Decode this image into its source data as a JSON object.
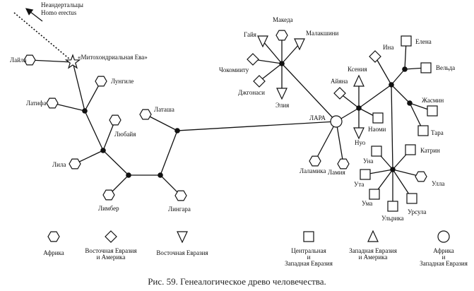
{
  "annotation": {
    "top": "Неандертальцы",
    "bottom": "Homo erectus"
  },
  "eve_label": "«Митохондриальная Ева»",
  "nodes": [
    {
      "id": "eve",
      "shape": "star",
      "label": ""
    },
    {
      "id": "laila",
      "shape": "hex",
      "label": "Лайла"
    },
    {
      "id": "lungile",
      "shape": "hex",
      "label": "Лунгиле"
    },
    {
      "id": "latifa",
      "shape": "hex",
      "label": "Латифа"
    },
    {
      "id": "lyubaya",
      "shape": "hex",
      "label": "Любайя"
    },
    {
      "id": "lila",
      "shape": "hex",
      "label": "Лила"
    },
    {
      "id": "limber",
      "shape": "hex",
      "label": "Лимбер"
    },
    {
      "id": "lingara",
      "shape": "hex",
      "label": "Лингара"
    },
    {
      "id": "latasha",
      "shape": "hex",
      "label": "Латаша"
    },
    {
      "id": "lara",
      "shape": "circle",
      "label": "ЛАРА"
    },
    {
      "id": "makeda",
      "shape": "hex",
      "label": "Македа"
    },
    {
      "id": "gaiya",
      "shape": "tridown",
      "label": "Гайя"
    },
    {
      "id": "malakshini",
      "shape": "tridown",
      "label": "Малакшини"
    },
    {
      "id": "chokomiitu",
      "shape": "diamond",
      "label": "Чокомииту"
    },
    {
      "id": "dzhgonasi",
      "shape": "diamond",
      "label": "Джгонаси"
    },
    {
      "id": "eliya",
      "shape": "tridown",
      "label": "Элия"
    },
    {
      "id": "aiyana",
      "shape": "diamond",
      "label": "Айяна"
    },
    {
      "id": "kseniya",
      "shape": "triup",
      "label": "Ксения"
    },
    {
      "id": "nuyo",
      "shape": "tridown",
      "label": "Нуо"
    },
    {
      "id": "naomi",
      "shape": "square",
      "label": "Наоми"
    },
    {
      "id": "ina",
      "shape": "diamond",
      "label": "Ина"
    },
    {
      "id": "elena",
      "shape": "square",
      "label": "Елена"
    },
    {
      "id": "velda",
      "shape": "square",
      "label": "Вельда"
    },
    {
      "id": "zhasmin",
      "shape": "square",
      "label": "Жасмин"
    },
    {
      "id": "tara",
      "shape": "square",
      "label": "Тара"
    },
    {
      "id": "una",
      "shape": "square",
      "label": "Уна"
    },
    {
      "id": "katrin",
      "shape": "square",
      "label": "Катрин"
    },
    {
      "id": "ulla",
      "shape": "hex",
      "label": "Улла"
    },
    {
      "id": "ursula",
      "shape": "square",
      "label": "Урсула"
    },
    {
      "id": "ulrika",
      "shape": "square",
      "label": "Ульрика"
    },
    {
      "id": "uma",
      "shape": "square",
      "label": "Ума"
    },
    {
      "id": "uta",
      "shape": "square",
      "label": "Ута"
    },
    {
      "id": "lalamika",
      "shape": "hex",
      "label": "Лаламика"
    },
    {
      "id": "lamiya",
      "shape": "hex",
      "label": "Ламия"
    }
  ],
  "edges": [
    [
      "eve",
      "laila"
    ],
    [
      "eve",
      "j1"
    ],
    [
      "j1",
      "lungile"
    ],
    [
      "j1",
      "latifa"
    ],
    [
      "j1",
      "j2"
    ],
    [
      "j2",
      "lyubaya"
    ],
    [
      "j2",
      "lila"
    ],
    [
      "j2",
      "j3"
    ],
    [
      "j3",
      "limber"
    ],
    [
      "j3",
      "j4"
    ],
    [
      "j4",
      "lingara"
    ],
    [
      "j4",
      "j5"
    ],
    [
      "j5",
      "latasha"
    ],
    [
      "j5",
      "lara"
    ],
    [
      "lara",
      "j6"
    ],
    [
      "j6",
      "makeda"
    ],
    [
      "j6",
      "gaiya"
    ],
    [
      "j6",
      "malakshini"
    ],
    [
      "j6",
      "chokomiitu"
    ],
    [
      "j6",
      "dzhgonasi"
    ],
    [
      "j6",
      "eliya"
    ],
    [
      "lara",
      "j7"
    ],
    [
      "j7",
      "aiyana"
    ],
    [
      "j7",
      "kseniya"
    ],
    [
      "j7",
      "nuyo"
    ],
    [
      "j7",
      "naomi"
    ],
    [
      "j7",
      "j8"
    ],
    [
      "j8",
      "ina"
    ],
    [
      "j8",
      "j9"
    ],
    [
      "j9",
      "elena"
    ],
    [
      "j9",
      "velda"
    ],
    [
      "j8",
      "j10"
    ],
    [
      "j10",
      "zhasmin"
    ],
    [
      "j10",
      "tara"
    ],
    [
      "j8",
      "j11"
    ],
    [
      "j11",
      "una"
    ],
    [
      "j11",
      "katrin"
    ],
    [
      "j11",
      "ulla"
    ],
    [
      "j11",
      "ursula"
    ],
    [
      "j11",
      "ulrika"
    ],
    [
      "j11",
      "uma"
    ],
    [
      "j11",
      "uta"
    ],
    [
      "lara",
      "lalamika"
    ],
    [
      "lara",
      "lamiya"
    ]
  ],
  "legend": [
    {
      "shape": "hex",
      "label": [
        "Африка"
      ]
    },
    {
      "shape": "diamond",
      "label": [
        "Восточная Евразия",
        "и Америка"
      ]
    },
    {
      "shape": "tridown",
      "label": [
        "Восточная Евразия"
      ]
    },
    {
      "shape": "square",
      "label": [
        "Центральная",
        "и",
        "Западная Евразия"
      ]
    },
    {
      "shape": "triup",
      "label": [
        "Западная Евразия",
        "и Америка"
      ]
    },
    {
      "shape": "circle",
      "label": [
        "Африка",
        "и",
        "Западная Евразия"
      ]
    }
  ],
  "caption": "Рис. 59. Генеалогическое древо человечества."
}
